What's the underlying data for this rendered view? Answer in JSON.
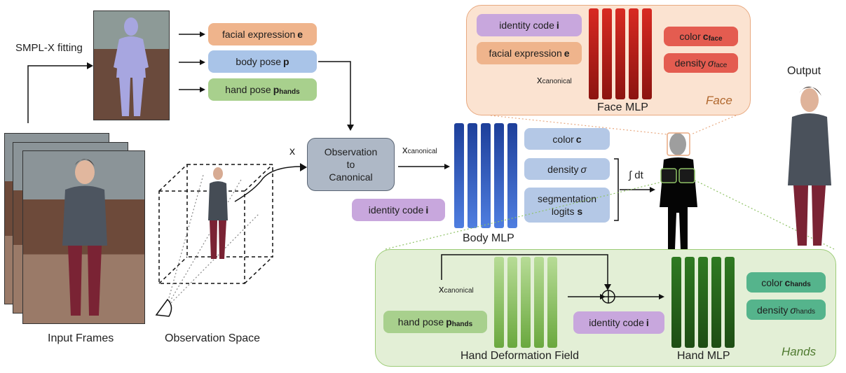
{
  "labels": {
    "smplx_fitting": "SMPL-X fitting",
    "input_frames": "Input Frames",
    "observation_space": "Observation Space",
    "x": "x",
    "x_canonical_main": "x",
    "canonical_sub": "canonical",
    "body_mlp": "Body MLP",
    "face_mlp": "Face MLP",
    "face_tag": "Face",
    "hands_tag": "Hands",
    "hand_deformation_field": "Hand Deformation Field",
    "hand_mlp": "Hand MLP",
    "output": "Output",
    "integral": "∫ dt"
  },
  "conditions": {
    "facial_expression": {
      "text": "facial expression ",
      "symbol": "e"
    },
    "body_pose": {
      "text": "body pose ",
      "symbol": "p"
    },
    "hand_pose": {
      "text": "hand pose ",
      "symbol": "p",
      "sub": "hands"
    }
  },
  "obs_to_canonical": {
    "line1": "Observation",
    "line2": "to",
    "line3": "Canonical"
  },
  "body": {
    "identity": {
      "text": "identity code ",
      "symbol": "i"
    },
    "color": {
      "text": "color ",
      "symbol": "c"
    },
    "density": {
      "text": "density ",
      "symbol": "σ"
    },
    "segmentation": {
      "line1": "segmentation",
      "line2": "logits ",
      "symbol": "s"
    }
  },
  "face": {
    "identity": {
      "text": "identity code ",
      "symbol": "i"
    },
    "expression": {
      "text": "facial expression ",
      "symbol": "e"
    },
    "color": {
      "text": "color ",
      "symbol": "c",
      "sub": "face"
    },
    "density": {
      "text": "density ",
      "symbol": "σ",
      "sub": "face"
    }
  },
  "hands": {
    "hand_pose": {
      "text": "hand pose ",
      "symbol": "p",
      "sub": "hands"
    },
    "identity": {
      "text": "identity code ",
      "symbol": "i"
    },
    "color": {
      "text": "color ",
      "symbol": "c",
      "sub": "hands"
    },
    "density": {
      "text": "density ",
      "symbol": "σ",
      "sub": "hands"
    }
  },
  "colors": {
    "orange_pill": "#efb48c",
    "blue_pill": "#a9c4e8",
    "green_pill": "#a8d08d",
    "purple_pill": "#c8a7dd",
    "red_pill": "#e45c50",
    "teal_pill": "#55b48c",
    "light_blue_pill": "#b4c8e6",
    "face_panel": "#fbe3d1",
    "hands_panel": "#e3efd6",
    "node_gray": "#aeb8c6"
  }
}
